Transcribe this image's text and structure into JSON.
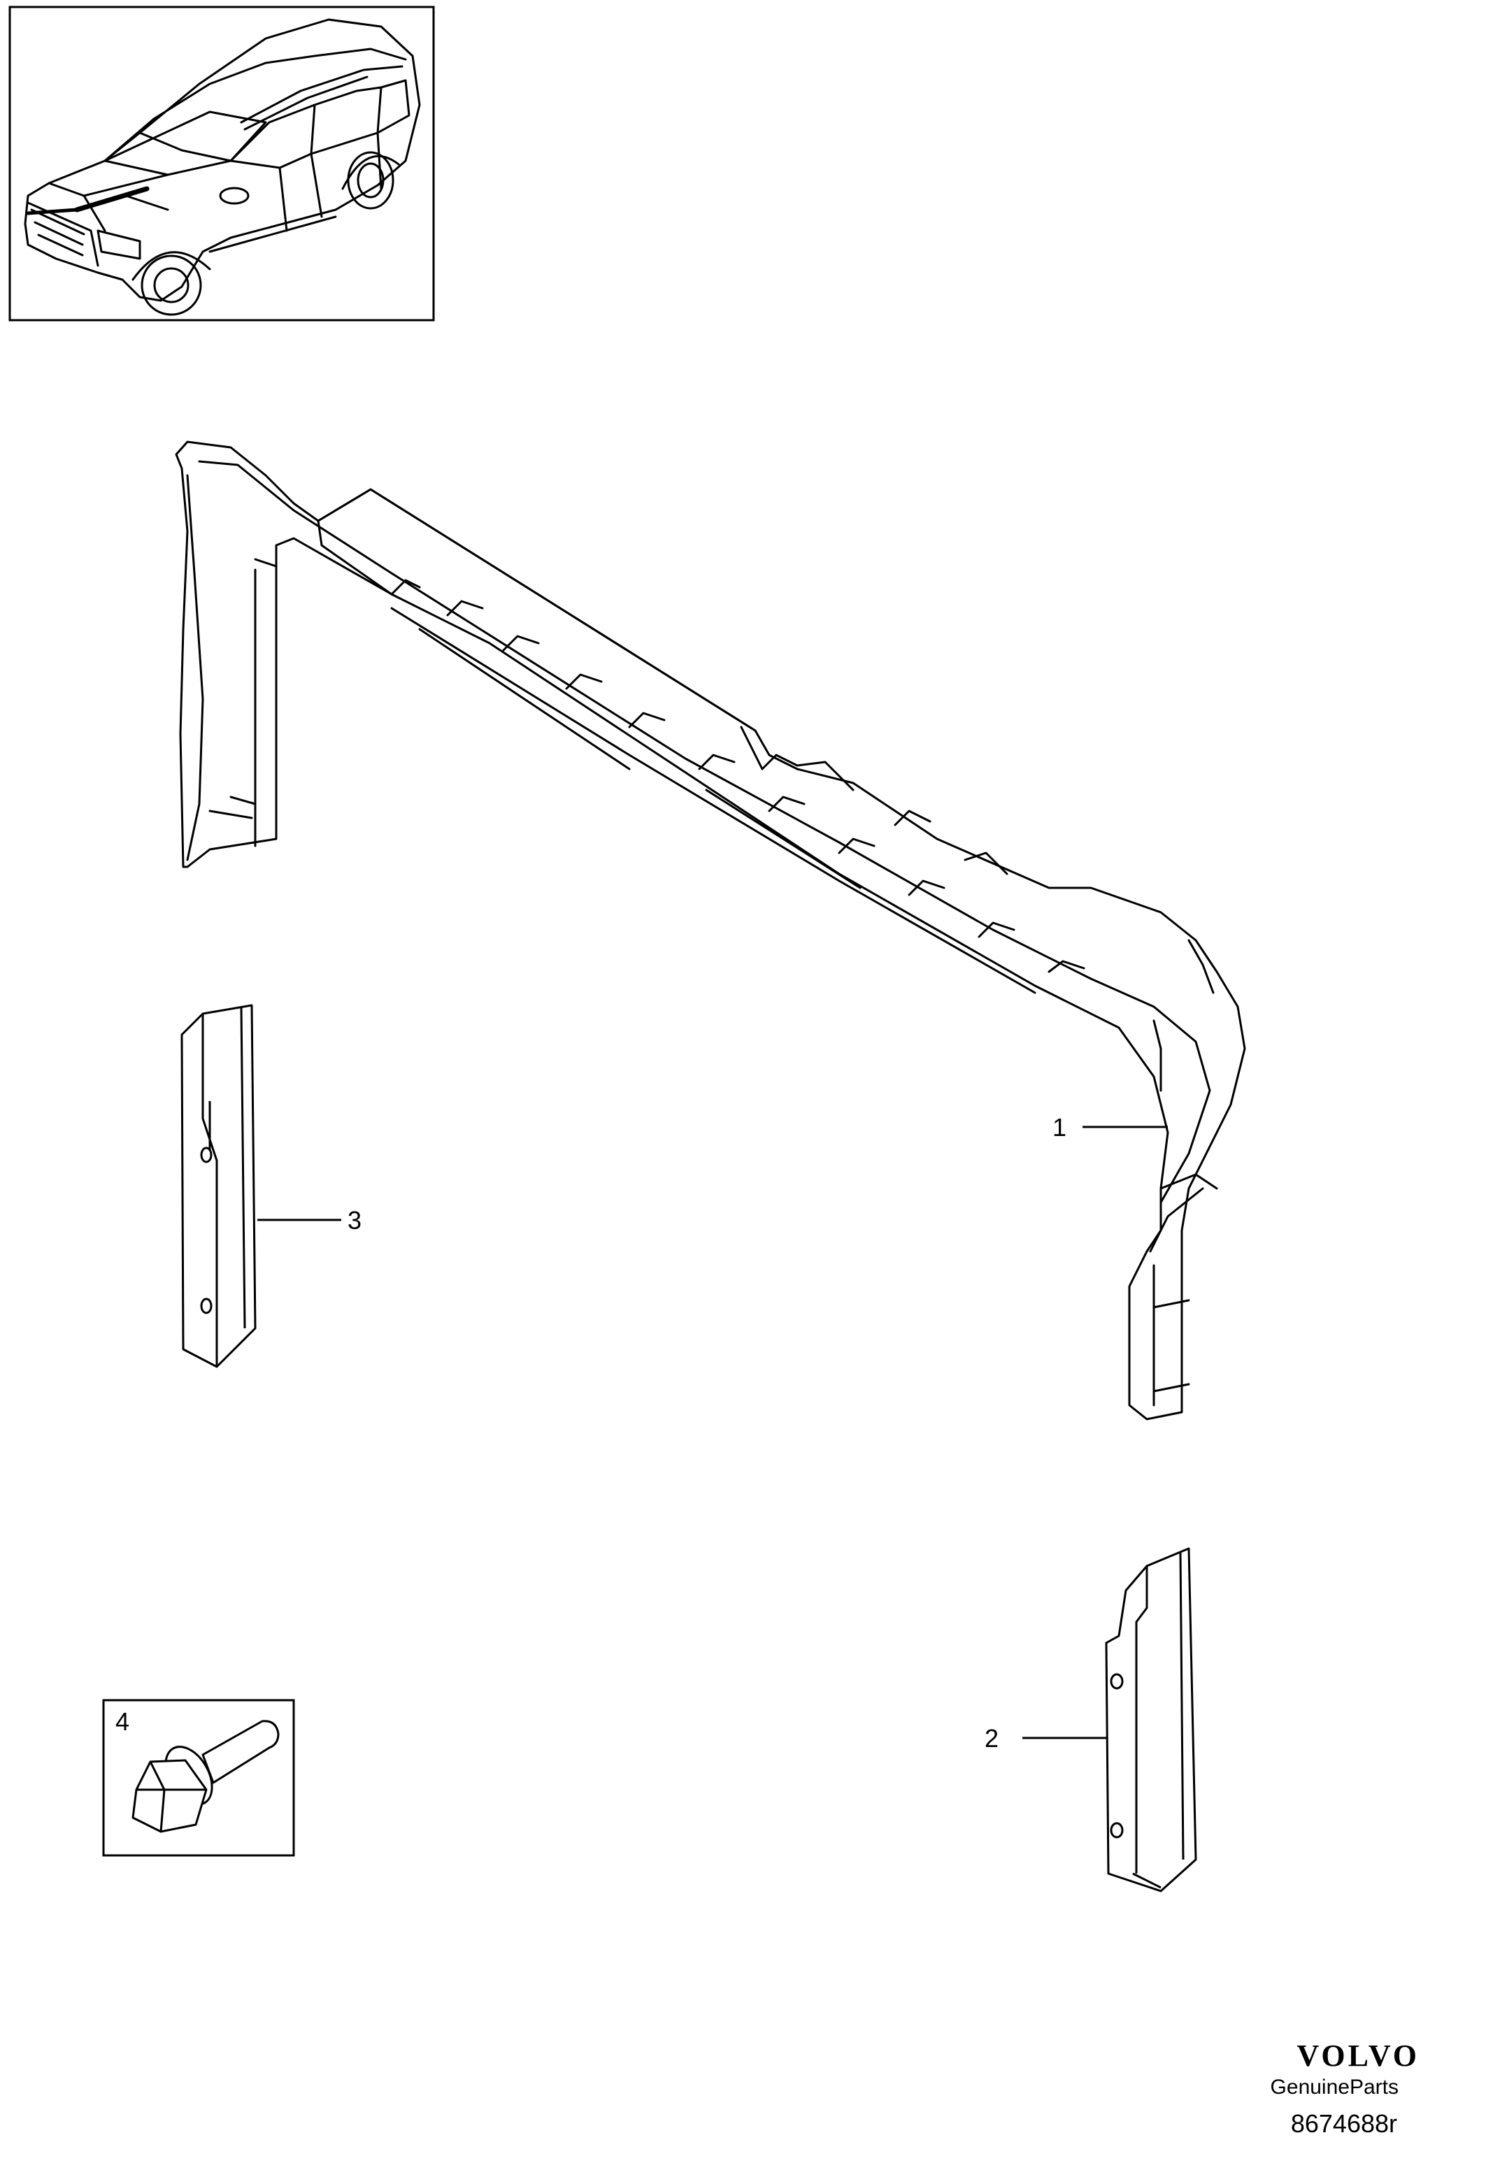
{
  "callouts": {
    "part1": "1",
    "part2": "2",
    "part3": "3",
    "part4": "4"
  },
  "footer": {
    "brand": "VOLVO",
    "brand_sub": "GenuineParts",
    "drawing_number": "8674688r"
  },
  "colors": {
    "line": "#000000",
    "background": "#ffffff"
  }
}
